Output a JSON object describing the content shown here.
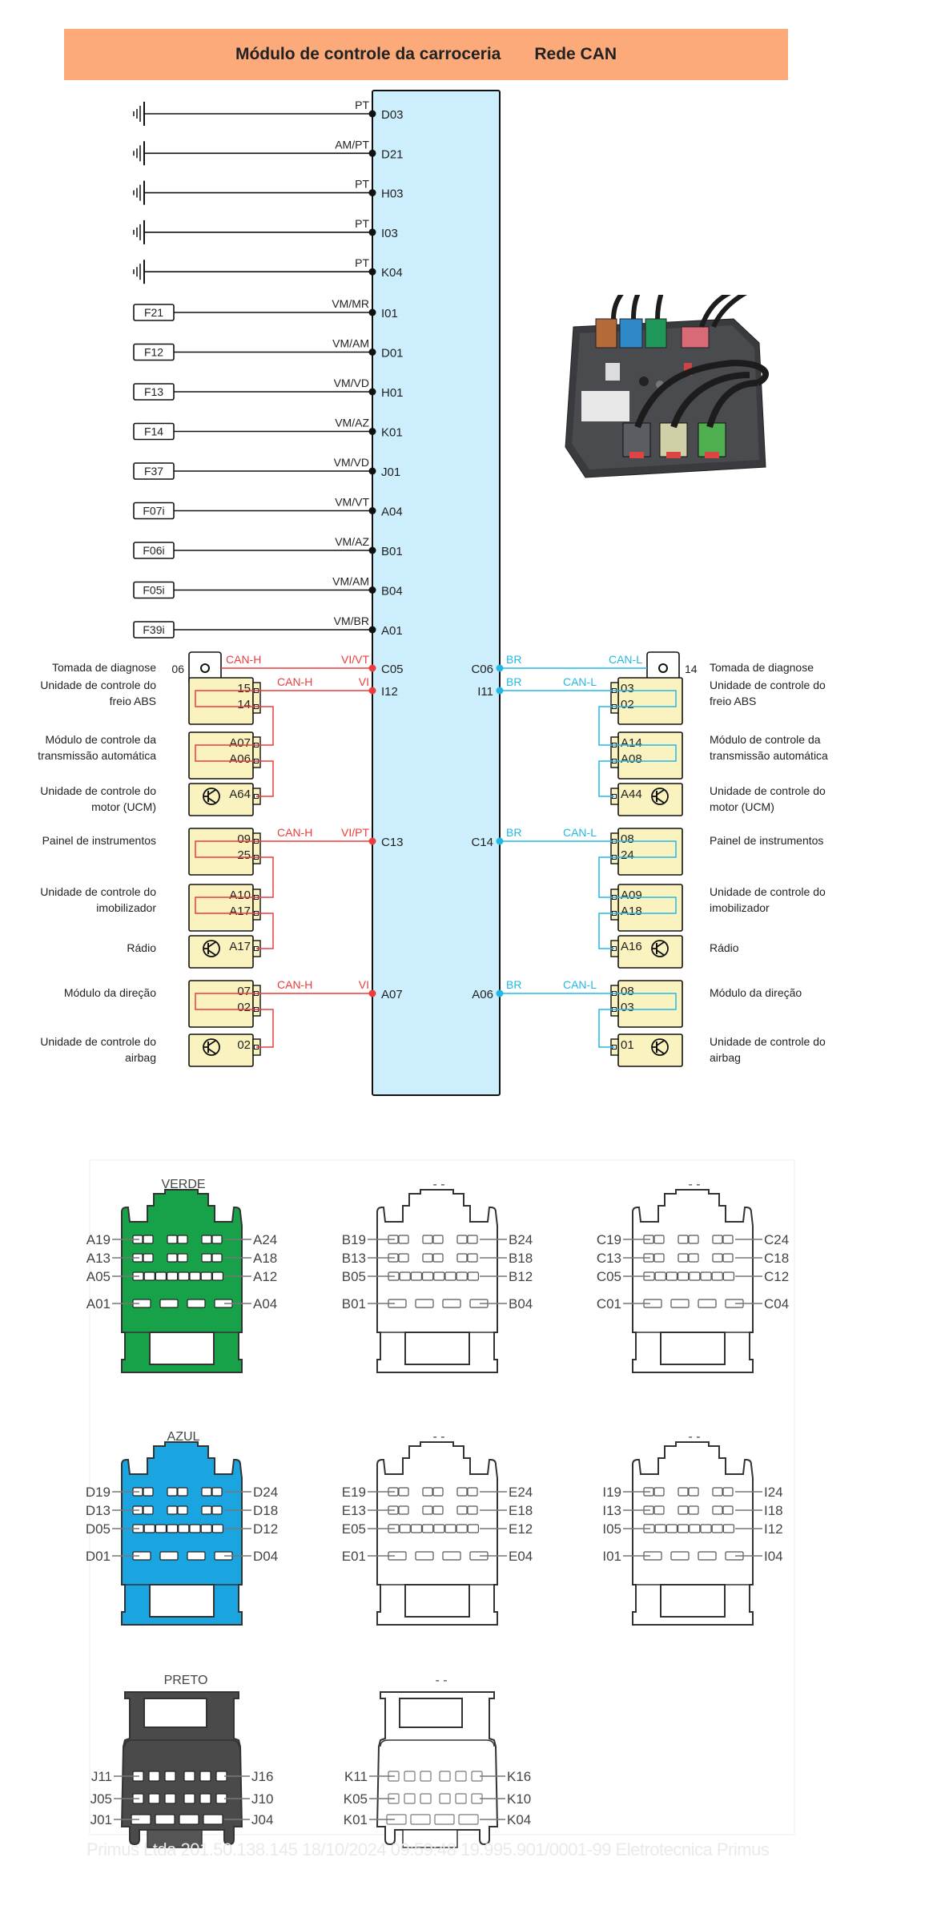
{
  "header": {
    "title": "Módulo de controle da carroceria",
    "subtitle": "Rede CAN"
  },
  "colors": {
    "banner": "#fdaa7a",
    "module_fill": "#cdeefc",
    "can_h": "#ee3b3b",
    "can_l": "#22b8e6",
    "ecu_fill": "#fbf3bf",
    "connector_A": "#17a24a",
    "connector_D": "#1ba5e0",
    "connector_J": "#4a4a4a"
  },
  "module": {
    "name": "Módulo de controle da carroceria"
  },
  "ground_wires": [
    {
      "wire": "PT",
      "pin": "D03"
    },
    {
      "wire": "AM/PT",
      "pin": "D21"
    },
    {
      "wire": "PT",
      "pin": "H03"
    },
    {
      "wire": "PT",
      "pin": "I03"
    },
    {
      "wire": "PT",
      "pin": "K04"
    }
  ],
  "fuse_wires": [
    {
      "fuse": "F21",
      "wire": "VM/MR",
      "pin": "I01"
    },
    {
      "fuse": "F12",
      "wire": "VM/AM",
      "pin": "D01"
    },
    {
      "fuse": "F13",
      "wire": "VM/VD",
      "pin": "H01"
    },
    {
      "fuse": "F14",
      "wire": "VM/AZ",
      "pin": "K01"
    },
    {
      "fuse": "F37",
      "wire": "VM/VD",
      "pin": "J01"
    },
    {
      "fuse": "F07i",
      "wire": "VM/VT",
      "pin": "A04"
    },
    {
      "fuse": "F06i",
      "wire": "VM/AZ",
      "pin": "B01"
    },
    {
      "fuse": "F05i",
      "wire": "VM/AM",
      "pin": "B04"
    },
    {
      "fuse": "F39i",
      "wire": "VM/BR",
      "pin": "A01"
    }
  ],
  "can_h": {
    "signal": "CAN-H",
    "diag": {
      "label": "Tomada de diagnose",
      "pin": "06",
      "wire": "VI/VT",
      "module_pin": "C05"
    },
    "groups": [
      {
        "wire": "VI",
        "module_pin": "I12",
        "ecus": [
          {
            "label": "Unidade de controle do freio ABS",
            "pins": [
              "15",
              "14"
            ]
          },
          {
            "label": "Módulo de controle da transmissão automática",
            "pins": [
              "A07",
              "A06"
            ]
          },
          {
            "label": "Unidade de controle do motor (UCM)",
            "pins": [
              "A64"
            ],
            "terminator": true
          }
        ]
      },
      {
        "wire": "VI/PT",
        "module_pin": "C13",
        "ecus": [
          {
            "label": "Painel de instrumentos",
            "pins": [
              "09",
              "25"
            ]
          },
          {
            "label": "Unidade de controle do imobilizador",
            "pins": [
              "A10",
              "A17"
            ]
          },
          {
            "label": "Rádio",
            "pins": [
              "A17"
            ],
            "terminator": true
          }
        ]
      },
      {
        "wire": "VI",
        "module_pin": "A07",
        "ecus": [
          {
            "label": "Módulo da direção",
            "pins": [
              "07",
              "02"
            ]
          },
          {
            "label": "Unidade de controle do airbag",
            "pins": [
              "02"
            ],
            "terminator": true
          }
        ]
      }
    ]
  },
  "can_l": {
    "signal": "CAN-L",
    "diag": {
      "label": "Tomada de diagnose",
      "pin": "14",
      "wire": "BR",
      "module_pin": "C06"
    },
    "groups": [
      {
        "wire": "BR",
        "module_pin": "I11",
        "ecus": [
          {
            "label": "Unidade de controle do freio ABS",
            "pins": [
              "03",
              "02"
            ]
          },
          {
            "label": "Módulo de controle da transmissão automática",
            "pins": [
              "A14",
              "A08"
            ]
          },
          {
            "label": "Unidade de controle do motor (UCM)",
            "pins": [
              "A44"
            ],
            "terminator": true
          }
        ]
      },
      {
        "wire": "BR",
        "module_pin": "C14",
        "ecus": [
          {
            "label": "Painel de instrumentos",
            "pins": [
              "08",
              "24"
            ]
          },
          {
            "label": "Unidade de controle do imobilizador",
            "pins": [
              "A09",
              "A18"
            ]
          },
          {
            "label": "Rádio",
            "pins": [
              "A16"
            ],
            "terminator": true
          }
        ]
      },
      {
        "wire": "BR",
        "module_pin": "A06",
        "ecus": [
          {
            "label": "Módulo da direção",
            "pins": [
              "08",
              "03"
            ]
          },
          {
            "label": "Unidade de controle do airbag",
            "pins": [
              "01"
            ],
            "terminator": true
          }
        ]
      }
    ]
  },
  "photo": {
    "alt": "Foto do módulo de controle da carroceria"
  },
  "connectors": [
    {
      "id": "A",
      "color_label": "VERDE",
      "type": "24",
      "fill": "#17a24a",
      "pins": {
        "r1": [
          "A19",
          "A24"
        ],
        "r2": [
          "A13",
          "A18"
        ],
        "r3": [
          "A05",
          "A12"
        ],
        "r4": [
          "A01",
          "A04"
        ]
      }
    },
    {
      "id": "B",
      "color_label": "- -",
      "type": "24",
      "fill": "#ffffff",
      "pins": {
        "r1": [
          "B19",
          "B24"
        ],
        "r2": [
          "B13",
          "B18"
        ],
        "r3": [
          "B05",
          "B12"
        ],
        "r4": [
          "B01",
          "B04"
        ]
      }
    },
    {
      "id": "C",
      "color_label": "- -",
      "type": "24",
      "fill": "#ffffff",
      "pins": {
        "r1": [
          "C19",
          "C24"
        ],
        "r2": [
          "C13",
          "C18"
        ],
        "r3": [
          "C05",
          "C12"
        ],
        "r4": [
          "C01",
          "C04"
        ]
      }
    },
    {
      "id": "D",
      "color_label": "AZUL",
      "type": "24",
      "fill": "#1ba5e0",
      "pins": {
        "r1": [
          "D19",
          "D24"
        ],
        "r2": [
          "D13",
          "D18"
        ],
        "r3": [
          "D05",
          "D12"
        ],
        "r4": [
          "D01",
          "D04"
        ]
      }
    },
    {
      "id": "E",
      "color_label": "- -",
      "type": "24",
      "fill": "#ffffff",
      "pins": {
        "r1": [
          "E19",
          "E24"
        ],
        "r2": [
          "E13",
          "E18"
        ],
        "r3": [
          "E05",
          "E12"
        ],
        "r4": [
          "E01",
          "E04"
        ]
      }
    },
    {
      "id": "I",
      "color_label": "- -",
      "type": "24",
      "fill": "#ffffff",
      "pins": {
        "r1": [
          "I19",
          "I24"
        ],
        "r2": [
          "I13",
          "I18"
        ],
        "r3": [
          "I05",
          "I12"
        ],
        "r4": [
          "I01",
          "I04"
        ]
      }
    },
    {
      "id": "J",
      "color_label": "PRETO",
      "type": "16",
      "fill": "#4a4a4a",
      "pins": {
        "r1": [
          "J11",
          "J16"
        ],
        "r2": [
          "J05",
          "J10"
        ],
        "r3": [
          "J01",
          "J04"
        ]
      }
    },
    {
      "id": "K",
      "color_label": "- -",
      "type": "16",
      "fill": "#ffffff",
      "pins": {
        "r1": [
          "K11",
          "K16"
        ],
        "r2": [
          "K05",
          "K10"
        ],
        "r3": [
          "K01",
          "K04"
        ]
      }
    }
  ],
  "footer": {
    "watermark": "Primus Ltda 201.50.138.145 18/10/2024 09:59:48 19.995.901/0001-99 Eletrotecnica Primus"
  }
}
